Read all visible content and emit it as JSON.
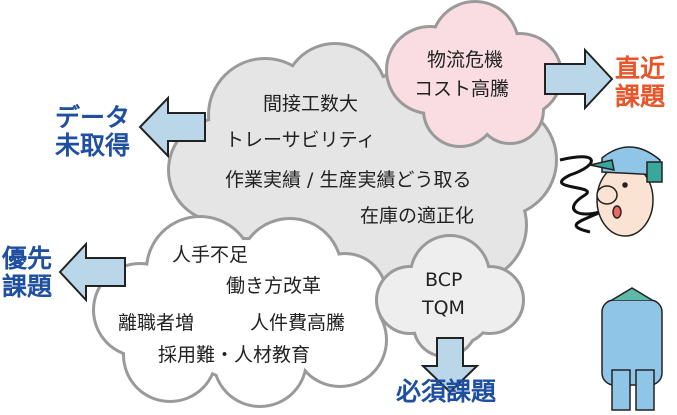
{
  "colors": {
    "gray_cloud": "#e5e5e5",
    "pink_cloud": "#f9dde2",
    "white_cloud": "#ffffff",
    "cloud_border": "#9a9a9a",
    "arrow_fill": "#b9d7e8",
    "label_blue": "#1f4fa0",
    "label_orange": "#e8552a"
  },
  "clouds": {
    "gray": [
      "間接工数大",
      "トレーサビリティ",
      "作業実績 / 生産実績どう取る",
      "在庫の適正化"
    ],
    "pink": [
      "物流危機",
      "コスト高騰"
    ],
    "white": [
      "人手不足",
      "働き方改革",
      "離職者増",
      "人件費高騰",
      "採用難・人材教育"
    ],
    "small": [
      "BCP",
      "TQM"
    ]
  },
  "labels": {
    "data": [
      "データ",
      "未取得"
    ],
    "urgent": [
      "直近",
      "課題"
    ],
    "priority": [
      "優先",
      "課題"
    ],
    "required": "必須課題"
  }
}
